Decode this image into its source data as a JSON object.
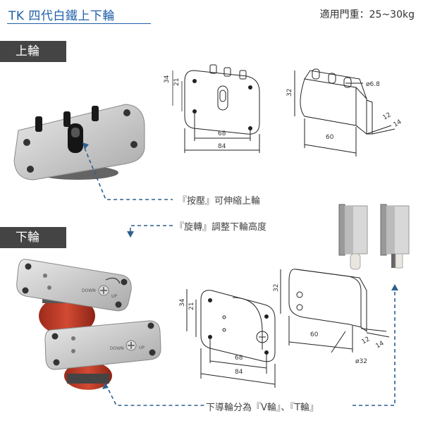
{
  "header": {
    "title": "TK 四代白鐵上下輪",
    "weight": "適用門重：25~30kg"
  },
  "sections": {
    "upper": "上輪",
    "lower": "下輪"
  },
  "notes": {
    "press": "『按壓』可伸縮上輪",
    "rotate": "『旋轉』調整下輪高度",
    "types": "下導輪分為『V輪』、『T輪』"
  },
  "plate_labels": {
    "down": "DOWN",
    "up": "UP"
  },
  "dimensions": {
    "upper_front": {
      "h_outer": "34",
      "h_inner": "21",
      "w_inner": "68",
      "w_outer": "84"
    },
    "upper_side": {
      "h": "32",
      "w": "60",
      "pin": "ø6.8",
      "d1": "12",
      "d2": "14"
    },
    "lower_front": {
      "h_outer": "34",
      "h_inner": "21",
      "w_inner": "68",
      "w_outer": "84"
    },
    "lower_side": {
      "h": "32",
      "w": "60",
      "wheel": "ø32",
      "d1": "12",
      "d2": "14"
    }
  },
  "colors": {
    "accent": "#1f5fa8",
    "tab": "#444444",
    "wheel": "#c8402c",
    "arrow": "#2e5f8f"
  }
}
